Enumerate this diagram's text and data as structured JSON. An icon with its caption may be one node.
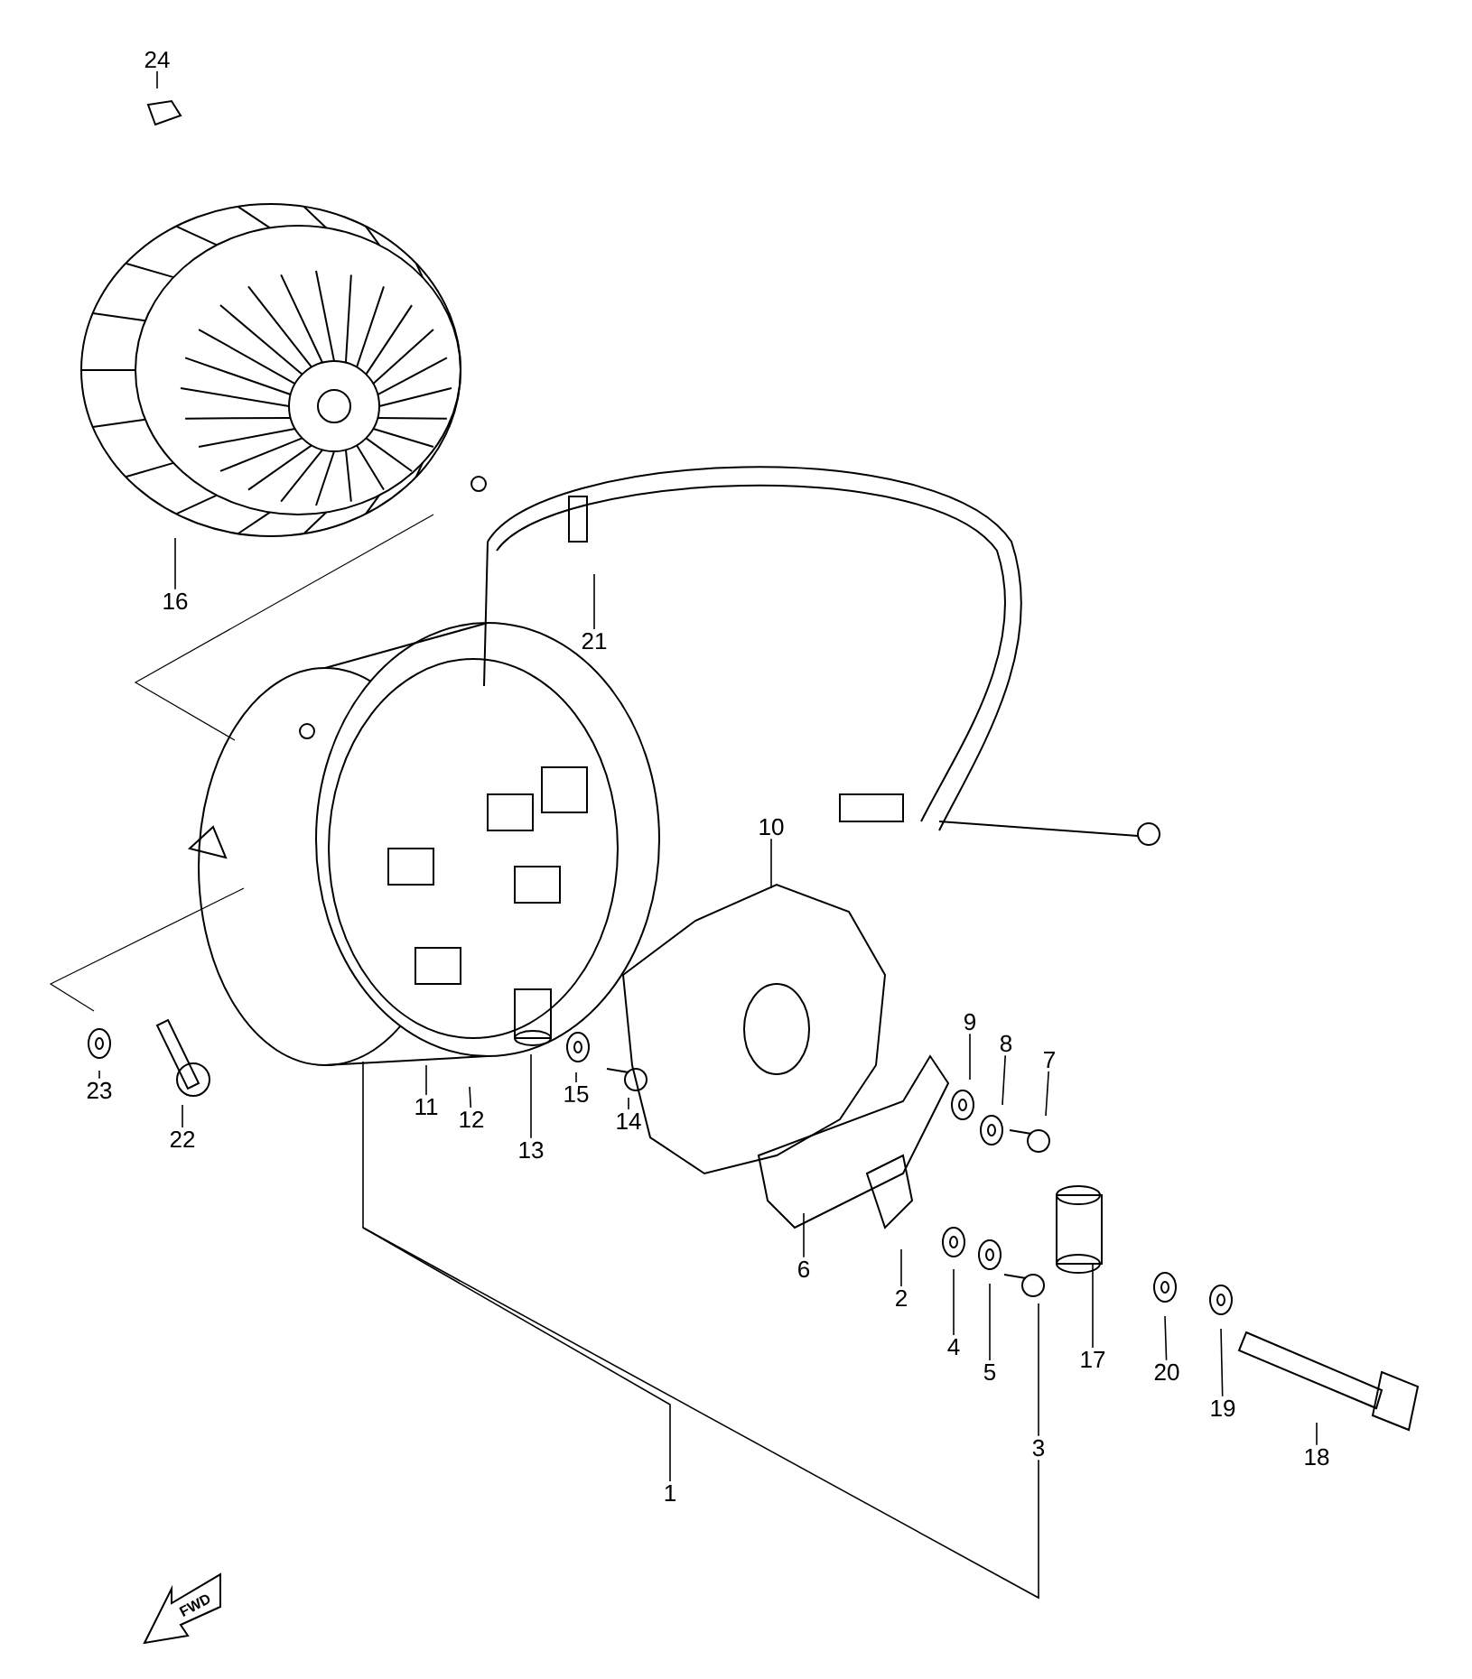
{
  "diagram": {
    "nodes": [
      {
        "text": [
          "24"
        ]
      },
      {
        "text": [
          "16"
        ]
      },
      {
        "text": [
          "21"
        ]
      },
      {
        "text": [
          "10"
        ]
      },
      {
        "text": [
          "9"
        ]
      },
      {
        "text": [
          "8"
        ]
      },
      {
        "text": [
          "7"
        ]
      },
      {
        "text": [
          "23"
        ]
      },
      {
        "text": [
          "22"
        ]
      },
      {
        "text": [
          "11"
        ]
      },
      {
        "text": [
          "12"
        ]
      },
      {
        "text": [
          "13"
        ]
      },
      {
        "text": [
          "15"
        ]
      },
      {
        "text": [
          "14"
        ]
      },
      {
        "text": [
          "6"
        ]
      },
      {
        "text": [
          "2"
        ]
      },
      {
        "text": [
          "4"
        ]
      },
      {
        "text": [
          "5"
        ]
      },
      {
        "text": [
          "3"
        ]
      },
      {
        "text": [
          "17"
        ]
      },
      {
        "text": [
          "20"
        ]
      },
      {
        "text": [
          "19"
        ]
      },
      {
        "text": [
          "18"
        ]
      },
      {
        "text": [
          "1"
        ]
      }
    ],
    "edges": [
      {
        "from": 0,
        "to": null,
        "arrow": "none"
      },
      {
        "from": 1,
        "to": null,
        "arrow": "none"
      },
      {
        "from": 2,
        "to": null,
        "arrow": "none"
      },
      {
        "from": 3,
        "to": null,
        "arrow": "none"
      },
      {
        "from": 4,
        "to": null,
        "arrow": "none"
      },
      {
        "from": 5,
        "to": null,
        "arrow": "none"
      },
      {
        "from": 6,
        "to": null,
        "arrow": "none"
      },
      {
        "from": 7,
        "to": null,
        "arrow": "none"
      },
      {
        "from": 8,
        "to": null,
        "arrow": "none"
      },
      {
        "from": 9,
        "to": null,
        "arrow": "none"
      },
      {
        "from": 10,
        "to": null,
        "arrow": "none"
      },
      {
        "from": 11,
        "to": null,
        "arrow": "none"
      },
      {
        "from": 12,
        "to": null,
        "arrow": "none"
      },
      {
        "from": 13,
        "to": null,
        "arrow": "none"
      },
      {
        "from": 14,
        "to": null,
        "arrow": "none"
      },
      {
        "from": 15,
        "to": null,
        "arrow": "none"
      },
      {
        "from": 16,
        "to": null,
        "arrow": "none"
      },
      {
        "from": 17,
        "to": null,
        "arrow": "none"
      },
      {
        "from": 18,
        "to": null,
        "arrow": "none"
      },
      {
        "from": 19,
        "to": null,
        "arrow": "none"
      },
      {
        "from": 20,
        "to": null,
        "arrow": "none"
      },
      {
        "from": 21,
        "to": null,
        "arrow": "none"
      },
      {
        "from": 22,
        "to": null,
        "arrow": "none"
      },
      {
        "from": 23,
        "to": null,
        "arrow": "none"
      },
      {
        "from": 18,
        "to": null,
        "arrow": "none"
      }
    ],
    "labels": [
      "FWD"
    ]
  }
}
